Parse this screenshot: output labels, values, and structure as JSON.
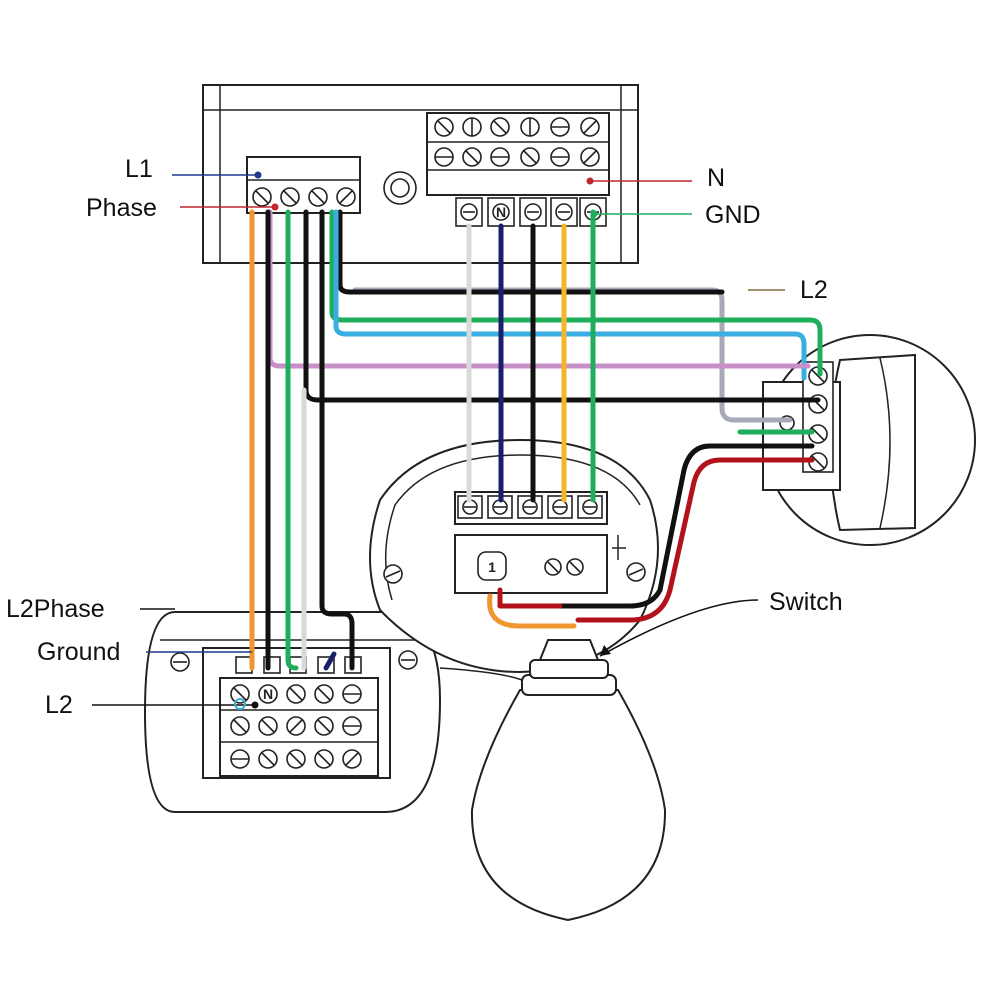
{
  "labels": {
    "l1": "L1",
    "phase": "Phase",
    "n": "N",
    "gnd": "GND",
    "l2_right": "L2",
    "l2phase": "L2Phase",
    "ground": "Ground",
    "l2_left": "L2",
    "switch": "Switch",
    "terminal_n": "N",
    "terminal_1": "1"
  },
  "colors": {
    "orange": "#f0962e",
    "black": "#111111",
    "green": "#1fae5b",
    "white": "#d9d9d9",
    "navy": "#1a1f6b",
    "blue": "#3aaee0",
    "violet": "#c98fc9",
    "yellow": "#f2b628",
    "gray": "#a6aab8",
    "red": "#b3121b",
    "leader_blue": "#1f3a8a",
    "leader_red": "#c0262d",
    "leader_green": "#1fae5b",
    "leader_brown": "#8a6d3b"
  }
}
